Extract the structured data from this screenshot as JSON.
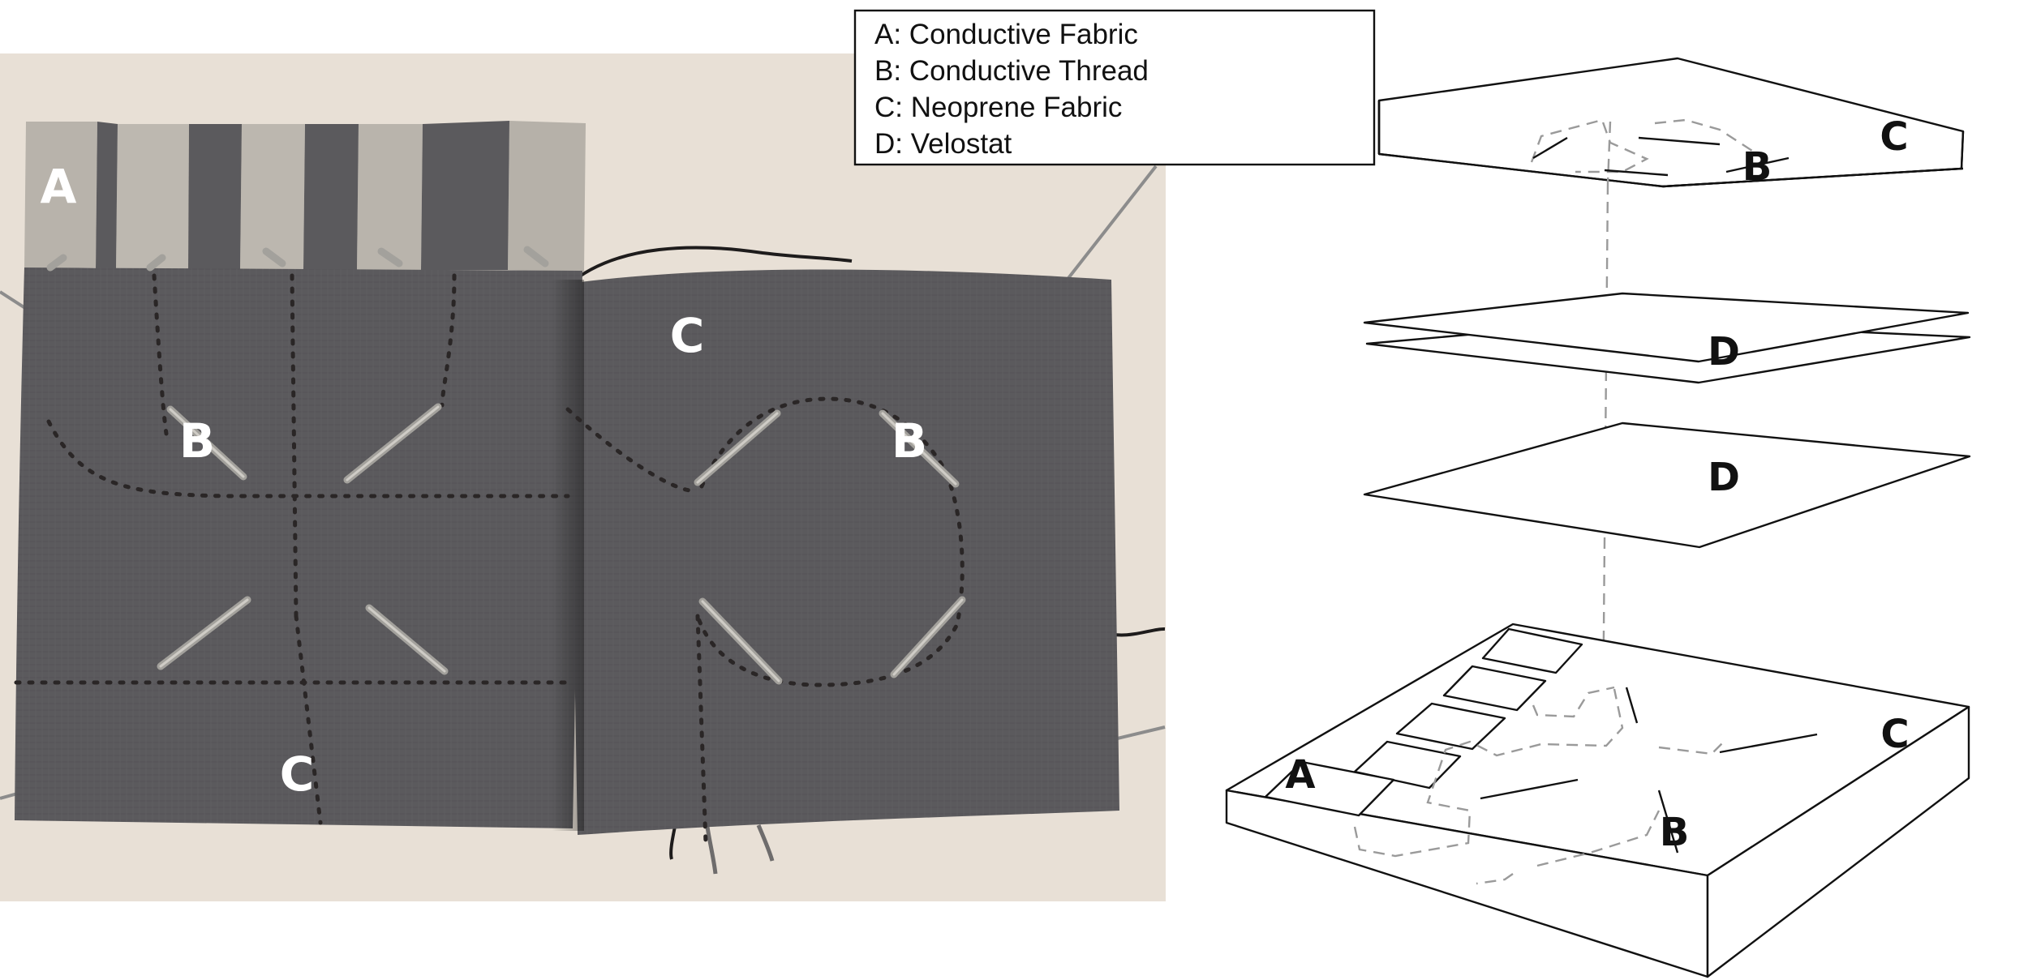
{
  "legend": {
    "entries": [
      {
        "key": "A",
        "text": "A: Conductive Fabric"
      },
      {
        "key": "B",
        "text": "B: Conductive Thread"
      },
      {
        "key": "C",
        "text": "C: Neoprene Fabric"
      },
      {
        "key": "D",
        "text": "D: Velostat"
      }
    ]
  },
  "photo": {
    "labels": {
      "a": "A",
      "b_left": "B",
      "b_right": "B",
      "c_left": "C",
      "c_right": "C"
    }
  },
  "diagram": {
    "labels": {
      "c_top": "C",
      "b_top": "B",
      "d_upper": "D",
      "d_lower": "D",
      "a_bottom": "A",
      "b_bottom": "B",
      "c_bottom": "C"
    }
  },
  "colors": {
    "photo_background": "#e8e0d6",
    "neoprene": "#5b5a5d",
    "conductive_fabric": "#b8b3ab",
    "conductive_thread": "#a3a19c",
    "diagram_stroke": "#111111",
    "hidden_line": "#9a9a9a"
  }
}
